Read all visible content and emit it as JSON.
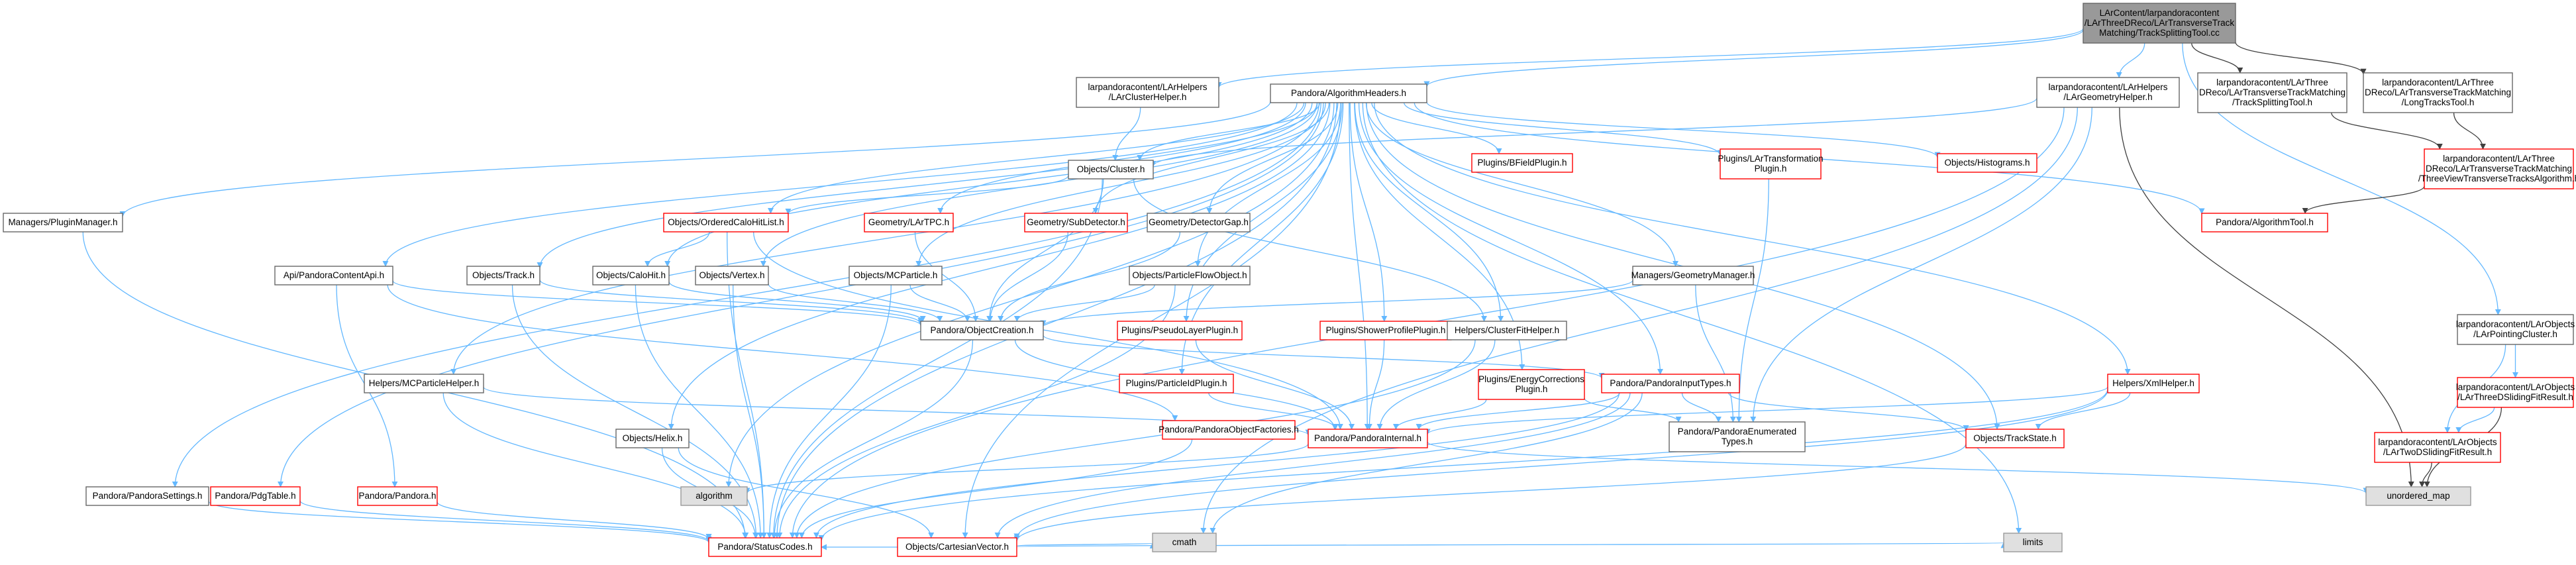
{
  "colors": {
    "background": "#ffffff",
    "node_fill": "#ffffff",
    "node_border_normal": "#666666",
    "node_border_red": "#ff0000",
    "root_fill": "#999999",
    "system_fill": "#e0e0e0",
    "system_border": "#999999",
    "edge_blue": "#63b8ff",
    "edge_dark": "#404040"
  },
  "graph": {
    "nodes": [
      {
        "id": "root",
        "lines": [
          "LArContent/larpandoracontent",
          "/LArThreeDReco/LArTransverseTrack",
          "Matching/TrackSplittingTool.cc"
        ],
        "style": "root"
      },
      {
        "id": "clusterhelper",
        "lines": [
          "larpandoracontent/LArHelpers",
          "/LArClusterHelper.h"
        ],
        "style": "normal"
      },
      {
        "id": "algheaders",
        "lines": [
          "Pandora/AlgorithmHeaders.h"
        ],
        "style": "normal"
      },
      {
        "id": "geomhelper",
        "lines": [
          "larpandoracontent/LArHelpers",
          "/LArGeometryHelper.h"
        ],
        "style": "normal"
      },
      {
        "id": "tracksplit",
        "lines": [
          "larpandoracontent/LArThree",
          "DReco/LArTransverseTrackMatching",
          "/TrackSplittingTool.h"
        ],
        "style": "normal"
      },
      {
        "id": "longtracks",
        "lines": [
          "larpandoracontent/LArThree",
          "DReco/LArTransverseTrackMatching",
          "/LongTracksTool.h"
        ],
        "style": "normal"
      },
      {
        "id": "threeview",
        "lines": [
          "larpandoracontent/LArThree",
          "DReco/LArTransverseTrackMatching",
          "/ThreeViewTransverseTracksAlgorithm.h"
        ],
        "style": "red"
      },
      {
        "id": "algtool",
        "lines": [
          "Pandora/AlgorithmTool.h"
        ],
        "style": "red"
      },
      {
        "id": "pluginmgr",
        "lines": [
          "Managers/PluginManager.h"
        ],
        "style": "normal"
      },
      {
        "id": "cluster",
        "lines": [
          "Objects/Cluster.h"
        ],
        "style": "normal"
      },
      {
        "id": "bfield",
        "lines": [
          "Plugins/BFieldPlugin.h"
        ],
        "style": "red"
      },
      {
        "id": "lartransform",
        "lines": [
          "Plugins/LArTransformation",
          "Plugin.h"
        ],
        "style": "red"
      },
      {
        "id": "histograms",
        "lines": [
          "Objects/Histograms.h"
        ],
        "style": "red"
      },
      {
        "id": "orderedcalo",
        "lines": [
          "Objects/OrderedCaloHitList.h"
        ],
        "style": "red"
      },
      {
        "id": "lartpc",
        "lines": [
          "Geometry/LArTPC.h"
        ],
        "style": "red"
      },
      {
        "id": "subdetector",
        "lines": [
          "Geometry/SubDetector.h"
        ],
        "style": "red"
      },
      {
        "id": "detectorgap",
        "lines": [
          "Geometry/DetectorGap.h"
        ],
        "style": "normal"
      },
      {
        "id": "apipca",
        "lines": [
          "Api/PandoraContentApi.h"
        ],
        "style": "normal"
      },
      {
        "id": "track",
        "lines": [
          "Objects/Track.h"
        ],
        "style": "normal"
      },
      {
        "id": "calohit",
        "lines": [
          "Objects/CaloHit.h"
        ],
        "style": "normal"
      },
      {
        "id": "vertex",
        "lines": [
          "Objects/Vertex.h"
        ],
        "style": "normal"
      },
      {
        "id": "mcparticle",
        "lines": [
          "Objects/MCParticle.h"
        ],
        "style": "normal"
      },
      {
        "id": "pfo",
        "lines": [
          "Objects/ParticleFlowObject.h"
        ],
        "style": "normal"
      },
      {
        "id": "geommgr",
        "lines": [
          "Managers/GeometryManager.h"
        ],
        "style": "normal"
      },
      {
        "id": "objcreation",
        "lines": [
          "Pandora/ObjectCreation.h"
        ],
        "style": "normal"
      },
      {
        "id": "pseudolayer",
        "lines": [
          "Plugins/PseudoLayerPlugin.h"
        ],
        "style": "red"
      },
      {
        "id": "showerprofile",
        "lines": [
          "Plugins/ShowerProfilePlugin.h"
        ],
        "style": "red"
      },
      {
        "id": "clusterfit",
        "lines": [
          "Helpers/ClusterFitHelper.h"
        ],
        "style": "normal"
      },
      {
        "id": "pointing",
        "lines": [
          "larpandoracontent/LArObjects",
          "/LArPointingCluster.h"
        ],
        "style": "normal"
      },
      {
        "id": "threedsliding",
        "lines": [
          "larpandoracontent/LArObjects",
          "/LArThreeDSlidingFitResult.h"
        ],
        "style": "red"
      },
      {
        "id": "mcphelper",
        "lines": [
          "Helpers/MCParticleHelper.h"
        ],
        "style": "normal"
      },
      {
        "id": "pidplugin",
        "lines": [
          "Plugins/ParticleIdPlugin.h"
        ],
        "style": "red"
      },
      {
        "id": "energycorr",
        "lines": [
          "Plugins/EnergyCorrections",
          "Plugin.h"
        ],
        "style": "red"
      },
      {
        "id": "inputtypes",
        "lines": [
          "Pandora/PandoraInputTypes.h"
        ],
        "style": "red"
      },
      {
        "id": "xmlhelper",
        "lines": [
          "Helpers/XmlHelper.h"
        ],
        "style": "red"
      },
      {
        "id": "objfactories",
        "lines": [
          "Pandora/PandoraObjectFactories.h"
        ],
        "style": "red"
      },
      {
        "id": "helix",
        "lines": [
          "Objects/Helix.h"
        ],
        "style": "normal"
      },
      {
        "id": "internal",
        "lines": [
          "Pandora/PandoraInternal.h"
        ],
        "style": "red"
      },
      {
        "id": "enumtypes",
        "lines": [
          "Pandora/PandoraEnumerated",
          "Types.h"
        ],
        "style": "normal"
      },
      {
        "id": "trackstate",
        "lines": [
          "Objects/TrackState.h"
        ],
        "style": "red"
      },
      {
        "id": "twodsliding",
        "lines": [
          "larpandoracontent/LArObjects",
          "/LArTwoDSlidingFitResult.h"
        ],
        "style": "red"
      },
      {
        "id": "settings",
        "lines": [
          "Pandora/PandoraSettings.h"
        ],
        "style": "normal"
      },
      {
        "id": "pdgtable",
        "lines": [
          "Pandora/PdgTable.h"
        ],
        "style": "red"
      },
      {
        "id": "pandorah",
        "lines": [
          "Pandora/Pandora.h"
        ],
        "style": "red"
      },
      {
        "id": "algorithm",
        "lines": [
          "algorithm"
        ],
        "style": "system"
      },
      {
        "id": "unorderedmap",
        "lines": [
          "unordered_map"
        ],
        "style": "system"
      },
      {
        "id": "cartesian",
        "lines": [
          "Objects/CartesianVector.h"
        ],
        "style": "red"
      },
      {
        "id": "statuscodes",
        "lines": [
          "Pandora/StatusCodes.h"
        ],
        "style": "red"
      },
      {
        "id": "cmath",
        "lines": [
          "cmath"
        ],
        "style": "system"
      },
      {
        "id": "limits",
        "lines": [
          "limits"
        ],
        "style": "system"
      }
    ]
  }
}
